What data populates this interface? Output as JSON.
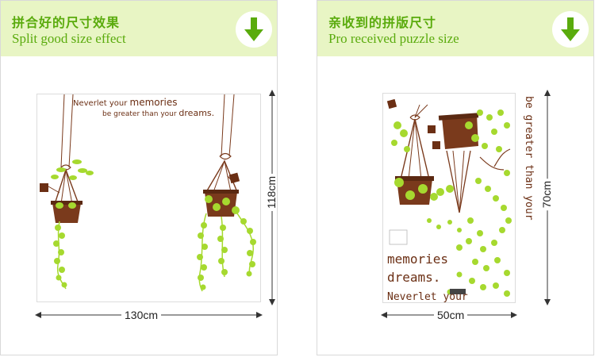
{
  "left_panel": {
    "title_cn": "拼合好的尺寸效果",
    "title_en": "Split good size effect",
    "icon": "download-arrow-icon",
    "quote_line1_small": "Neverlet your ",
    "quote_line1_big": "memories",
    "quote_line2_small": "be greater than your ",
    "quote_line2_big": "dreams.",
    "width_label": "130cm",
    "height_label": "118cm"
  },
  "right_panel": {
    "title_cn": "亲收到的拼版尺寸",
    "title_en": "Pro received puzzle size",
    "icon": "download-arrow-icon",
    "vertical_text": "be greater than your",
    "text_memories": "memories",
    "text_dreams": "dreams.",
    "text_neverlet": "Neverlet your",
    "width_label": "50cm",
    "height_label": "70cm"
  },
  "colors": {
    "header_bg": "#e8f5c4",
    "accent_green": "#5aab0d",
    "leaf_green": "#a6d92f",
    "pot_brown": "#7a3a1c"
  }
}
